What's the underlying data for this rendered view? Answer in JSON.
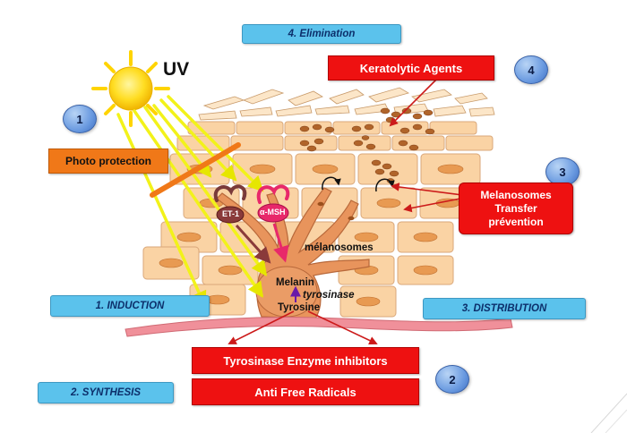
{
  "labels": {
    "uv": "UV",
    "elimination": "4. Elimination",
    "keratolytic": "Keratolytic Agents",
    "photo_protection": "Photo protection",
    "melanosomes_transfer": "Melanosomes Transfer prévention",
    "et1": "ET-1",
    "amsh": "α-MSH",
    "melanosomes": "mélanosomes",
    "melanin": "Melanin",
    "tyrosinase": "tyrosinase",
    "tyrosine": "Tyrosine",
    "induction": "1. INDUCTION",
    "distribution": "3. DISTRIBUTION",
    "synthesis": "2. SYNTHESIS",
    "tyrosinase_inhibitors": "Tyrosinase Enzyme inhibitors",
    "anti_free_radicals": "Anti Free Radicals"
  },
  "steps": {
    "one": "1",
    "two": "2",
    "three": "3",
    "four": "4"
  },
  "colors": {
    "red_box": "#ee1111",
    "blue_box": "#5bc2ec",
    "orange_box": "#f07818",
    "cell": "#fad3a4",
    "nucleus": "#e89a52",
    "melanocyte": "#e8945c",
    "uv_ray": "#f2f21a",
    "arrow_red": "#cc1a1a",
    "membrane": "#f0909a"
  }
}
